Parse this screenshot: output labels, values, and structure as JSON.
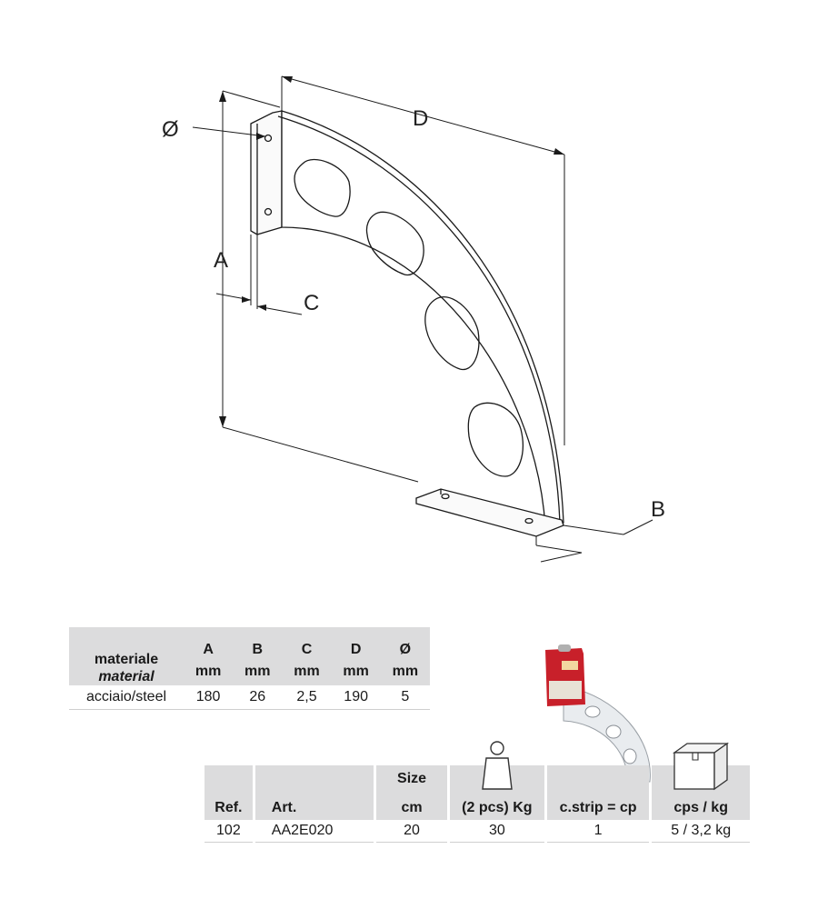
{
  "drawing": {
    "labels": {
      "diameter": "Ø",
      "a": "A",
      "b": "B",
      "c": "C",
      "d": "D"
    }
  },
  "materials_table": {
    "header_material_it": "materiale",
    "header_material_en": "material",
    "columns": [
      {
        "name": "A",
        "unit": "mm"
      },
      {
        "name": "B",
        "unit": "mm"
      },
      {
        "name": "C",
        "unit": "mm"
      },
      {
        "name": "D",
        "unit": "mm"
      },
      {
        "name": "Ø",
        "unit": "mm"
      }
    ],
    "row": {
      "material": "acciaio/steel",
      "values": [
        "180",
        "26",
        "2,5",
        "190",
        "5"
      ]
    }
  },
  "ref_table": {
    "headers": {
      "ref": "Ref.",
      "art": "Art.",
      "size_top": "Size",
      "size_unit": "cm",
      "weight": "(2 pcs) Kg",
      "strip": "c.strip = cp",
      "cps": "cps / kg"
    },
    "icons": {
      "weight": "weight-icon",
      "box": "box-icon"
    },
    "row": {
      "ref": "102",
      "art": "AA2E020",
      "size": "20",
      "weight": "30",
      "strip": "1",
      "cps": "5 / 3,2 kg"
    }
  },
  "product_image": {
    "icon": "bracket-product-photo"
  }
}
